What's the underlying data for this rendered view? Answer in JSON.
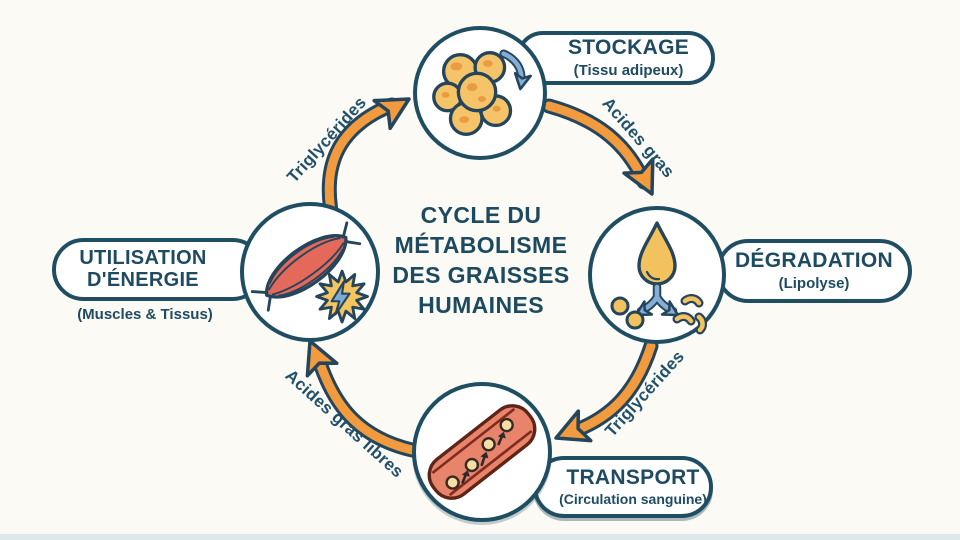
{
  "diagram": {
    "title_lines": [
      "CYCLE DU",
      "MÉTABOLISME",
      "DES GRAISSES",
      "HUMAINES"
    ],
    "nodes": {
      "stockage": {
        "title": "STOCKAGE",
        "subtitle": "(Tissu adipeux)",
        "icon": "fat-cells-icon"
      },
      "degradation": {
        "title": "DÉGRADATION",
        "subtitle": "(Lipolyse)",
        "icon": "lipolysis-droplet-icon"
      },
      "transport": {
        "title": "TRANSPORT",
        "subtitle": "(Circulation sanguine)",
        "icon": "blood-vessel-icon"
      },
      "utilisation": {
        "title": "UTILISATION D'ÉNERGIE",
        "subtitle": "(Muscles & Tissus)",
        "icon": "muscle-energy-icon"
      }
    },
    "flows": [
      {
        "from": "UTILISATION D'ÉNERGIE",
        "to": "STOCKAGE",
        "label": "Triglycérides"
      },
      {
        "from": "STOCKAGE",
        "to": "DÉGRADATION",
        "label": "Acides gras"
      },
      {
        "from": "DÉGRADATION",
        "to": "TRANSPORT",
        "label": "Triglycérides"
      },
      {
        "from": "TRANSPORT",
        "to": "UTILISATION D'ÉNERGIE",
        "label": "Acides gras libres"
      }
    ],
    "colors": {
      "background": "#FBFAF5",
      "ink_navy": "#1F4E63",
      "arrow_orange": "#F19B3E",
      "fat_yellow": "#F5C469",
      "spot_orange": "#E89C43",
      "accent_blue": "#84AED6",
      "muscle_red": "#E4695A",
      "vessel_salmon": "#E9846C",
      "vessel_wall": "#7E2C1F"
    }
  }
}
